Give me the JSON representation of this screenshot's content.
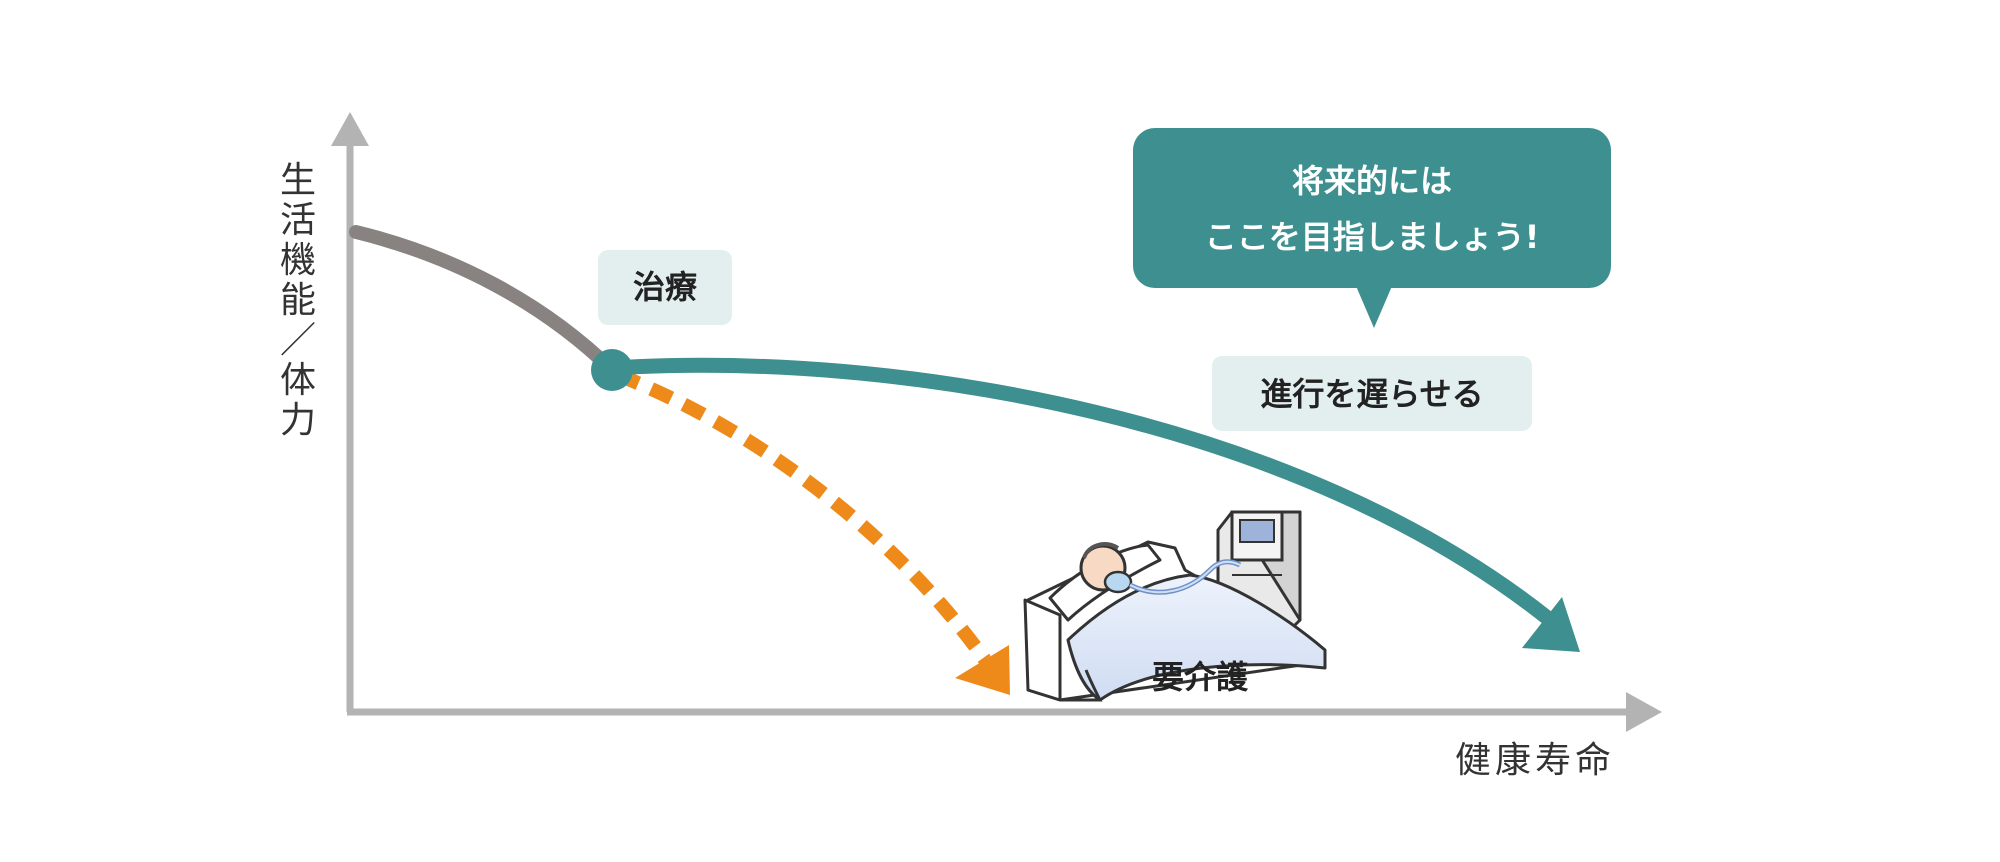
{
  "diagram": {
    "y_axis_label": "生活機能／体力",
    "x_axis_label": "健康寿命",
    "treatment_label": "治療",
    "slow_progress_label": "進行を遅らせる",
    "care_label": "要介護",
    "callout": {
      "line1": "将来的には",
      "line2": "ここを目指しましょう!"
    },
    "colors": {
      "axis": "#b3b3b3",
      "pre_treatment_curve": "#888280",
      "treated_curve": "#3e8f8f",
      "untreated_curve": "#ee8a1a",
      "label_background": "#e3efef",
      "callout_background": "#3e8f8f"
    }
  }
}
